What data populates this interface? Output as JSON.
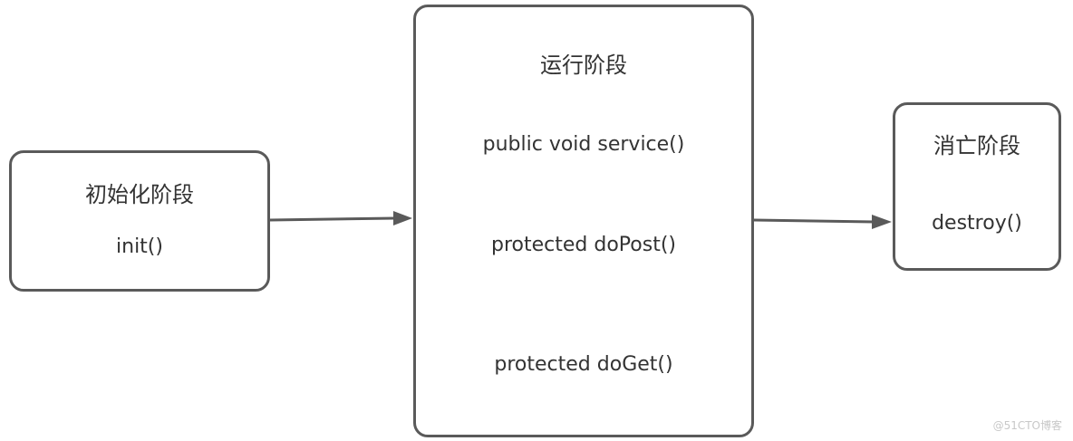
{
  "diagram": {
    "stages": [
      {
        "title": "初始化阶段",
        "items": [
          "init()"
        ]
      },
      {
        "title": "运行阶段",
        "items": [
          "public void service()",
          "protected doPost()",
          "protected doGet()"
        ]
      },
      {
        "title": "消亡阶段",
        "items": [
          "destroy()"
        ]
      }
    ],
    "edges": [
      {
        "from": "初始化阶段",
        "to": "运行阶段"
      },
      {
        "from": "运行阶段",
        "to": "消亡阶段"
      }
    ]
  },
  "watermark": "@51CTO博客",
  "colors": {
    "border": "#5a5a5a",
    "text": "#333333",
    "arrow": "#5a5a5a",
    "background": "#ffffff"
  }
}
